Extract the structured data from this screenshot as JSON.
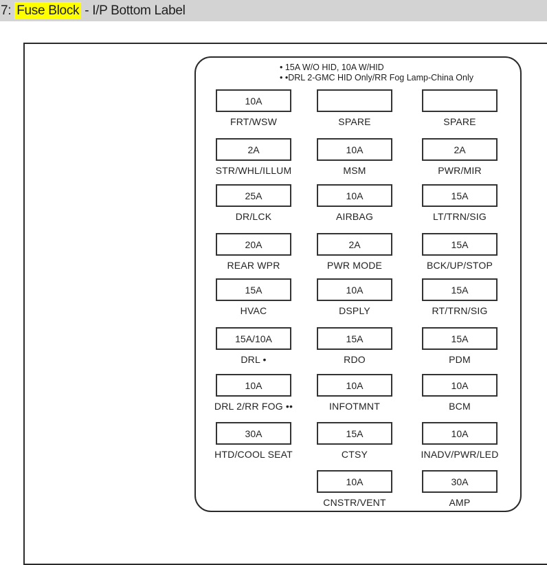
{
  "header": {
    "prefix": "7: ",
    "highlight": "Fuse Block",
    "suffix": " - I/P Bottom Label",
    "highlight_color": "#ffff00",
    "bar_color": "#d3d3d3"
  },
  "fuse_block": {
    "title": "Fuse Block - I/P Bottom Label",
    "notes": [
      "• 15A W/O HID, 10A W/HID",
      "• •DRL 2-GMC HID Only/RR Fog Lamp-China Only"
    ],
    "rows": [
      [
        {
          "amp": "10A",
          "label": "FRT/WSW"
        },
        {
          "amp": "",
          "label": "SPARE"
        },
        {
          "amp": "",
          "label": "SPARE"
        }
      ],
      [
        {
          "amp": "2A",
          "label": "STR/WHL/ILLUM"
        },
        {
          "amp": "10A",
          "label": "MSM"
        },
        {
          "amp": "2A",
          "label": "PWR/MIR"
        }
      ],
      [
        {
          "amp": "25A",
          "label": "DR/LCK"
        },
        {
          "amp": "10A",
          "label": "AIRBAG"
        },
        {
          "amp": "15A",
          "label": "LT/TRN/SIG"
        }
      ],
      [
        {
          "amp": "20A",
          "label": "REAR WPR"
        },
        {
          "amp": "2A",
          "label": "PWR MODE"
        },
        {
          "amp": "15A",
          "label": "BCK/UP/STOP"
        }
      ],
      [
        {
          "amp": "15A",
          "label": "HVAC"
        },
        {
          "amp": "10A",
          "label": "DSPLY"
        },
        {
          "amp": "15A",
          "label": "RT/TRN/SIG"
        }
      ],
      [
        {
          "amp": "15A/10A",
          "label": "DRL •"
        },
        {
          "amp": "15A",
          "label": "RDO"
        },
        {
          "amp": "15A",
          "label": "PDM"
        }
      ],
      [
        {
          "amp": "10A",
          "label": "DRL 2/RR FOG ••"
        },
        {
          "amp": "10A",
          "label": "INFOTMNT"
        },
        {
          "amp": "10A",
          "label": "BCM"
        }
      ],
      [
        {
          "amp": "30A",
          "label": "HTD/COOL SEAT"
        },
        {
          "amp": "15A",
          "label": "CTSY"
        },
        {
          "amp": "10A",
          "label": "INADV/PWR/LED"
        }
      ],
      [
        null,
        {
          "amp": "10A",
          "label": "CNSTR/VENT"
        },
        {
          "amp": "30A",
          "label": "AMP"
        }
      ]
    ]
  }
}
